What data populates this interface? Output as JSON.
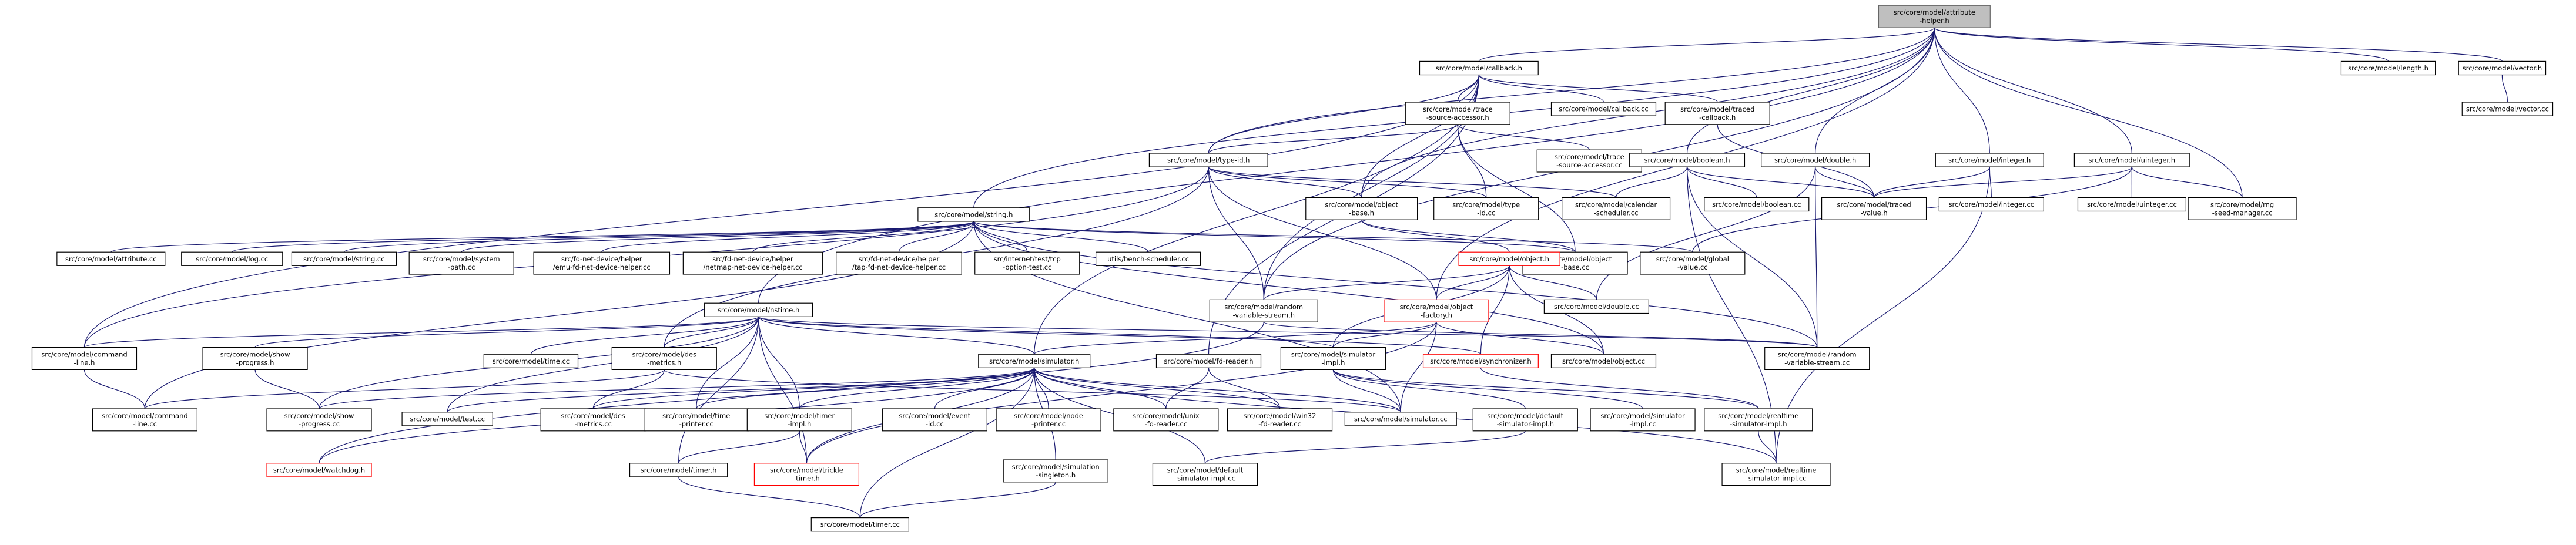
{
  "graph": {
    "root": "attribute-helper",
    "nodes": [
      {
        "id": "attribute-helper",
        "lines": [
          "src/core/model/attribute",
          "-helper.h"
        ]
      },
      {
        "id": "callback-h",
        "lines": [
          "src/core/model/callback.h"
        ]
      },
      {
        "id": "length-h",
        "lines": [
          "src/core/model/length.h"
        ]
      },
      {
        "id": "vector-h",
        "lines": [
          "src/core/model/vector.h"
        ]
      },
      {
        "id": "vector-cc",
        "lines": [
          "src/core/model/vector.cc"
        ]
      },
      {
        "id": "trace-source-accessor-h",
        "lines": [
          "src/core/model/trace",
          "-source-accessor.h"
        ]
      },
      {
        "id": "callback-cc",
        "lines": [
          "src/core/model/callback.cc"
        ]
      },
      {
        "id": "traced-callback-h",
        "lines": [
          "src/core/model/traced",
          "-callback.h"
        ]
      },
      {
        "id": "trace-source-accessor-cc",
        "lines": [
          "src/core/model/trace",
          "-source-accessor.cc"
        ]
      },
      {
        "id": "type-id-h",
        "lines": [
          "src/core/model/type-id.h"
        ]
      },
      {
        "id": "boolean-h",
        "lines": [
          "src/core/model/boolean.h"
        ]
      },
      {
        "id": "double-h",
        "lines": [
          "src/core/model/double.h"
        ]
      },
      {
        "id": "integer-h",
        "lines": [
          "src/core/model/integer.h"
        ]
      },
      {
        "id": "uinteger-h",
        "lines": [
          "src/core/model/uinteger.h"
        ]
      },
      {
        "id": "string-h",
        "lines": [
          "src/core/model/string.h"
        ]
      },
      {
        "id": "object-base-h",
        "lines": [
          "src/core/model/object",
          "-base.h"
        ]
      },
      {
        "id": "type-id-cc",
        "lines": [
          "src/core/model/type",
          "-id.cc"
        ]
      },
      {
        "id": "calendar-scheduler-cc",
        "lines": [
          "src/core/model/calendar",
          "-scheduler.cc"
        ]
      },
      {
        "id": "boolean-cc",
        "lines": [
          "src/core/model/boolean.cc"
        ]
      },
      {
        "id": "traced-value-h",
        "lines": [
          "src/core/model/traced",
          "-value.h"
        ]
      },
      {
        "id": "integer-cc",
        "lines": [
          "src/core/model/integer.cc"
        ]
      },
      {
        "id": "uinteger-cc",
        "lines": [
          "src/core/model/uinteger.cc"
        ]
      },
      {
        "id": "rng-seed-manager-cc",
        "lines": [
          "src/core/model/rng",
          "-seed-manager.cc"
        ]
      },
      {
        "id": "attribute-cc",
        "lines": [
          "src/core/model/attribute.cc"
        ]
      },
      {
        "id": "log-cc",
        "lines": [
          "src/core/model/log.cc"
        ]
      },
      {
        "id": "string-cc",
        "lines": [
          "src/core/model/string.cc"
        ]
      },
      {
        "id": "system-path-cc",
        "lines": [
          "src/core/model/system",
          "-path.cc"
        ]
      },
      {
        "id": "emu-fd-net",
        "lines": [
          "src/fd-net-device/helper",
          "/emu-fd-net-device-helper.cc"
        ]
      },
      {
        "id": "netmap-fd-net",
        "lines": [
          "src/fd-net-device/helper",
          "/netmap-net-device-helper.cc"
        ]
      },
      {
        "id": "tap-fd-net",
        "lines": [
          "src/fd-net-device/helper",
          "/tap-fd-net-device-helper.cc"
        ]
      },
      {
        "id": "tcp-option-test",
        "lines": [
          "src/internet/test/tcp",
          "-option-test.cc"
        ]
      },
      {
        "id": "bench-scheduler",
        "lines": [
          "utils/bench-scheduler.cc"
        ]
      },
      {
        "id": "object-base-cc",
        "lines": [
          "src/core/model/object",
          "-base.cc"
        ]
      },
      {
        "id": "global-value-cc",
        "lines": [
          "src/core/model/global",
          "-value.cc"
        ]
      },
      {
        "id": "object-h",
        "lines": [
          "src/core/model/object.h"
        ],
        "style": "red"
      },
      {
        "id": "double-cc",
        "lines": [
          "src/core/model/double.cc"
        ]
      },
      {
        "id": "nstime-h",
        "lines": [
          "src/core/model/nstime.h"
        ]
      },
      {
        "id": "random-variable-stream-h",
        "lines": [
          "src/core/model/random",
          "-variable-stream.h"
        ]
      },
      {
        "id": "object-factory-h",
        "lines": [
          "src/core/model/object",
          "-factory.h"
        ],
        "style": "red"
      },
      {
        "id": "object-cc",
        "lines": [
          "src/core/model/object.cc"
        ]
      },
      {
        "id": "random-variable-stream-cc",
        "lines": [
          "src/core/model/random",
          "-variable-stream.cc"
        ]
      },
      {
        "id": "command-line-h",
        "lines": [
          "src/core/model/command",
          "-line.h"
        ]
      },
      {
        "id": "show-progress-h",
        "lines": [
          "src/core/model/show",
          "-progress.h"
        ]
      },
      {
        "id": "time-cc",
        "lines": [
          "src/core/model/time.cc"
        ]
      },
      {
        "id": "des-metrics-h",
        "lines": [
          "src/core/model/des",
          "-metrics.h"
        ]
      },
      {
        "id": "simulator-h",
        "lines": [
          "src/core/model/simulator.h"
        ]
      },
      {
        "id": "fd-reader-h",
        "lines": [
          "src/core/model/fd-reader.h"
        ]
      },
      {
        "id": "synchronizer-h",
        "lines": [
          "src/core/model/synchronizer.h"
        ],
        "style": "red"
      },
      {
        "id": "simulator-impl-h",
        "lines": [
          "src/core/model/simulator",
          "-impl.h"
        ]
      },
      {
        "id": "command-line-cc",
        "lines": [
          "src/core/model/command",
          "-line.cc"
        ]
      },
      {
        "id": "show-progress-cc",
        "lines": [
          "src/core/model/show",
          "-progress.cc"
        ]
      },
      {
        "id": "test-cc",
        "lines": [
          "src/core/model/test.cc"
        ]
      },
      {
        "id": "des-metrics-cc",
        "lines": [
          "src/core/model/des",
          "-metrics.cc"
        ]
      },
      {
        "id": "time-printer-cc",
        "lines": [
          "src/core/model/time",
          "-printer.cc"
        ]
      },
      {
        "id": "timer-impl-h",
        "lines": [
          "src/core/model/timer",
          "-impl.h"
        ]
      },
      {
        "id": "event-id-cc",
        "lines": [
          "src/core/model/event",
          "-id.cc"
        ]
      },
      {
        "id": "node-printer-cc",
        "lines": [
          "src/core/model/node",
          "-printer.cc"
        ]
      },
      {
        "id": "unix-fd-reader-cc",
        "lines": [
          "src/core/model/unix",
          "-fd-reader.cc"
        ]
      },
      {
        "id": "win32-fd-reader-cc",
        "lines": [
          "src/core/model/win32",
          "-fd-reader.cc"
        ]
      },
      {
        "id": "simulator-cc",
        "lines": [
          "src/core/model/simulator.cc"
        ]
      },
      {
        "id": "default-simulator-impl-h",
        "lines": [
          "src/core/model/default",
          "-simulator-impl.h"
        ]
      },
      {
        "id": "simulator-impl-cc",
        "lines": [
          "src/core/model/simulator",
          "-impl.cc"
        ]
      },
      {
        "id": "realtime-simulator-impl-h",
        "lines": [
          "src/core/model/realtime",
          "-simulator-impl.h"
        ]
      },
      {
        "id": "watchdog-h",
        "lines": [
          "src/core/model/watchdog.h"
        ],
        "style": "red"
      },
      {
        "id": "timer-h",
        "lines": [
          "src/core/model/timer.h"
        ]
      },
      {
        "id": "trickle-timer-h",
        "lines": [
          "src/core/model/trickle",
          "-timer.h"
        ],
        "style": "red"
      },
      {
        "id": "simulation-singleton-h",
        "lines": [
          "src/core/model/simulation",
          "-singleton.h"
        ]
      },
      {
        "id": "default-simulator-impl-cc",
        "lines": [
          "src/core/model/default",
          "-simulator-impl.cc"
        ]
      },
      {
        "id": "realtime-simulator-impl-cc",
        "lines": [
          "src/core/model/realtime",
          "-simulator-impl.cc"
        ]
      },
      {
        "id": "timer-cc",
        "lines": [
          "src/core/model/timer.cc"
        ]
      }
    ],
    "edges": [
      [
        "attribute-helper",
        "callback-h"
      ],
      [
        "attribute-helper",
        "length-h"
      ],
      [
        "attribute-helper",
        "vector-h"
      ],
      [
        "attribute-helper",
        "type-id-h"
      ],
      [
        "attribute-helper",
        "boolean-h"
      ],
      [
        "attribute-helper",
        "double-h"
      ],
      [
        "attribute-helper",
        "integer-h"
      ],
      [
        "attribute-helper",
        "uinteger-h"
      ],
      [
        "attribute-helper",
        "string-h"
      ],
      [
        "attribute-helper",
        "object-base-h"
      ],
      [
        "attribute-helper",
        "nstime-h"
      ],
      [
        "attribute-helper",
        "random-variable-stream-h"
      ],
      [
        "attribute-helper",
        "rng-seed-manager-cc"
      ],
      [
        "attribute-helper",
        "object-factory-h"
      ],
      [
        "vector-h",
        "vector-cc"
      ],
      [
        "callback-h",
        "trace-source-accessor-h"
      ],
      [
        "callback-h",
        "callback-cc"
      ],
      [
        "callback-h",
        "traced-callback-h"
      ],
      [
        "callback-h",
        "type-id-h"
      ],
      [
        "callback-h",
        "object-base-h"
      ],
      [
        "callback-h",
        "command-line-h"
      ],
      [
        "callback-h",
        "simulator-h"
      ],
      [
        "callback-h",
        "fd-reader-h"
      ],
      [
        "callback-h",
        "random-variable-stream-h"
      ],
      [
        "trace-source-accessor-h",
        "trace-source-accessor-cc"
      ],
      [
        "trace-source-accessor-h",
        "type-id-h"
      ],
      [
        "trace-source-accessor-h",
        "type-id-cc"
      ],
      [
        "trace-source-accessor-h",
        "object-base-cc"
      ],
      [
        "traced-callback-h",
        "traced-value-h"
      ],
      [
        "type-id-h",
        "object-base-h"
      ],
      [
        "type-id-h",
        "type-id-cc"
      ],
      [
        "type-id-h",
        "calendar-scheduler-cc"
      ],
      [
        "type-id-h",
        "object-factory-h"
      ],
      [
        "type-id-h",
        "random-variable-stream-h"
      ],
      [
        "type-id-h",
        "des-metrics-h"
      ],
      [
        "type-id-h",
        "command-line-h"
      ],
      [
        "boolean-h",
        "boolean-cc"
      ],
      [
        "boolean-h",
        "traced-value-h"
      ],
      [
        "boolean-h",
        "random-variable-stream-cc"
      ],
      [
        "boolean-h",
        "realtime-simulator-impl-cc"
      ],
      [
        "boolean-h",
        "calendar-scheduler-cc"
      ],
      [
        "double-h",
        "traced-value-h"
      ],
      [
        "double-h",
        "double-cc"
      ],
      [
        "double-h",
        "random-variable-stream-cc"
      ],
      [
        "integer-h",
        "traced-value-h"
      ],
      [
        "integer-h",
        "integer-cc"
      ],
      [
        "integer-h",
        "realtime-simulator-impl-cc"
      ],
      [
        "uinteger-h",
        "traced-value-h"
      ],
      [
        "uinteger-h",
        "uinteger-cc"
      ],
      [
        "uinteger-h",
        "rng-seed-manager-cc"
      ],
      [
        "uinteger-h",
        "global-value-cc"
      ],
      [
        "string-h",
        "attribute-cc"
      ],
      [
        "string-h",
        "log-cc"
      ],
      [
        "string-h",
        "string-cc"
      ],
      [
        "string-h",
        "system-path-cc"
      ],
      [
        "string-h",
        "emu-fd-net"
      ],
      [
        "string-h",
        "netmap-fd-net"
      ],
      [
        "string-h",
        "tap-fd-net"
      ],
      [
        "string-h",
        "tcp-option-test"
      ],
      [
        "string-h",
        "bench-scheduler"
      ],
      [
        "string-h",
        "object-base-cc"
      ],
      [
        "string-h",
        "global-value-cc"
      ],
      [
        "string-h",
        "object-cc"
      ],
      [
        "string-h",
        "random-variable-stream-cc"
      ],
      [
        "string-h",
        "command-line-cc"
      ],
      [
        "string-h",
        "simulator-cc"
      ],
      [
        "object-base-h",
        "object-h"
      ],
      [
        "object-base-h",
        "object-base-cc"
      ],
      [
        "object-h",
        "random-variable-stream-h"
      ],
      [
        "object-h",
        "object-factory-h"
      ],
      [
        "object-h",
        "double-cc"
      ],
      [
        "object-h",
        "object-cc"
      ],
      [
        "object-h",
        "simulator-impl-h"
      ],
      [
        "object-h",
        "synchronizer-h"
      ],
      [
        "object-factory-h",
        "simulator-h"
      ],
      [
        "object-factory-h",
        "simulator-impl-h"
      ],
      [
        "object-factory-h",
        "object-cc"
      ],
      [
        "object-factory-h",
        "trickle-timer-h"
      ],
      [
        "object-factory-h",
        "simulator-cc"
      ],
      [
        "random-variable-stream-h",
        "random-variable-stream-cc"
      ],
      [
        "random-variable-stream-h",
        "watchdog-h"
      ],
      [
        "nstime-h",
        "command-line-h"
      ],
      [
        "nstime-h",
        "show-progress-h"
      ],
      [
        "nstime-h",
        "time-cc"
      ],
      [
        "nstime-h",
        "des-metrics-h"
      ],
      [
        "nstime-h",
        "simulator-h"
      ],
      [
        "nstime-h",
        "synchronizer-h"
      ],
      [
        "nstime-h",
        "simulator-impl-h"
      ],
      [
        "nstime-h",
        "random-variable-stream-cc"
      ],
      [
        "nstime-h",
        "test-cc"
      ],
      [
        "nstime-h",
        "time-printer-cc"
      ],
      [
        "nstime-h",
        "show-progress-cc"
      ],
      [
        "nstime-h",
        "timer-impl-h"
      ],
      [
        "nstime-h",
        "timer-h"
      ],
      [
        "nstime-h",
        "trickle-timer-h"
      ],
      [
        "command-line-h",
        "command-line-cc"
      ],
      [
        "show-progress-h",
        "show-progress-cc"
      ],
      [
        "des-metrics-h",
        "des-metrics-cc"
      ],
      [
        "des-metrics-h",
        "command-line-cc"
      ],
      [
        "des-metrics-h",
        "simulator-cc"
      ],
      [
        "simulator-h",
        "show-progress-cc"
      ],
      [
        "simulator-h",
        "test-cc"
      ],
      [
        "simulator-h",
        "des-metrics-cc"
      ],
      [
        "simulator-h",
        "time-printer-cc"
      ],
      [
        "simulator-h",
        "timer-impl-h"
      ],
      [
        "simulator-h",
        "event-id-cc"
      ],
      [
        "simulator-h",
        "node-printer-cc"
      ],
      [
        "simulator-h",
        "unix-fd-reader-cc"
      ],
      [
        "simulator-h",
        "win32-fd-reader-cc"
      ],
      [
        "simulator-h",
        "simulator-cc"
      ],
      [
        "simulator-h",
        "simulation-singleton-h"
      ],
      [
        "simulator-h",
        "default-simulator-impl-cc"
      ],
      [
        "simulator-h",
        "realtime-simulator-impl-cc"
      ],
      [
        "simulator-h",
        "watchdog-h"
      ],
      [
        "simulator-h",
        "timer-cc"
      ],
      [
        "simulator-h",
        "trickle-timer-h"
      ],
      [
        "fd-reader-h",
        "unix-fd-reader-cc"
      ],
      [
        "fd-reader-h",
        "win32-fd-reader-cc"
      ],
      [
        "synchronizer-h",
        "realtime-simulator-impl-h"
      ],
      [
        "simulator-impl-h",
        "simulator-cc"
      ],
      [
        "simulator-impl-h",
        "default-simulator-impl-h"
      ],
      [
        "simulator-impl-h",
        "simulator-impl-cc"
      ],
      [
        "simulator-impl-h",
        "realtime-simulator-impl-h"
      ],
      [
        "timer-impl-h",
        "timer-h"
      ],
      [
        "timer-impl-h",
        "trickle-timer-h"
      ],
      [
        "timer-h",
        "timer-cc"
      ],
      [
        "simulation-singleton-h",
        "timer-cc"
      ],
      [
        "default-simulator-impl-h",
        "default-simulator-impl-cc"
      ],
      [
        "realtime-simulator-impl-h",
        "realtime-simulator-impl-cc"
      ]
    ]
  },
  "colors": {
    "edge": "#191970",
    "root_fill": "#bfbfbf",
    "red_border": "#ff0000",
    "border": "#000000"
  }
}
